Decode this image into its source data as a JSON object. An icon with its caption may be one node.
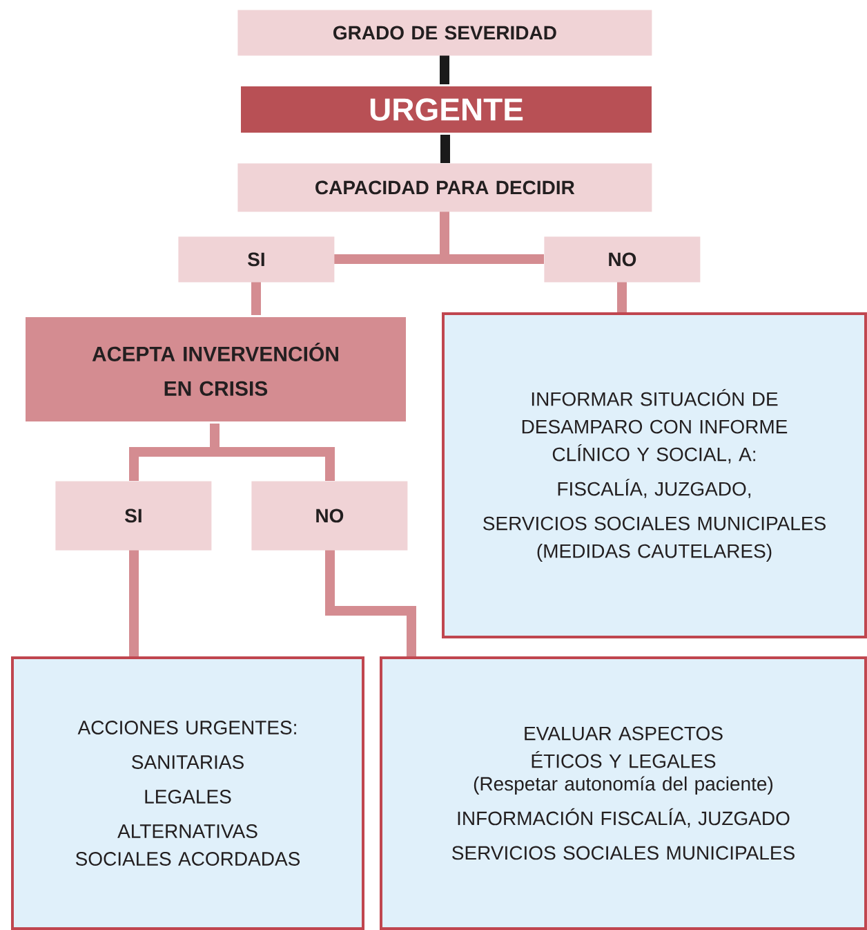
{
  "diagram": {
    "nodes": [
      {
        "text": [
          "GRADO DE SEVERIDAD"
        ]
      },
      {
        "text": [
          "URGENTE"
        ]
      },
      {
        "text": [
          "CAPACIDAD PARA DECIDIR"
        ]
      },
      {
        "text": [
          "SI"
        ]
      },
      {
        "text": [
          "NO"
        ]
      },
      {
        "text": [
          "ACEPTA INVERVENCIÓN EN CRISIS"
        ]
      },
      {
        "text": [
          "INFORMAR SITUACIÓN DE DESAMPARO CON INFORME CLÍNICO Y SOCIAL, A:",
          "FISCALÍA, JUZGADO,",
          "SERVICIOS SOCIALES MUNICIPALES (MEDIDAS CAUTELARES)"
        ]
      },
      {
        "text": [
          "SI"
        ]
      },
      {
        "text": [
          "NO"
        ]
      },
      {
        "text": [
          "ACCIONES URGENTES:",
          "SANITARIAS",
          "LEGALES",
          "ALTERNATIVAS SOCIALES ACORDADAS"
        ]
      },
      {
        "text": [
          "EVALUAR ASPECTOS ÉTICOS Y LEGALES",
          "(Respetar autonomía del paciente)",
          "INFORMACIÓN FISCALÍA, JUZGADO",
          "SERVICIOS SOCIALES MUNICIPALES"
        ]
      }
    ],
    "edges": [
      {
        "from": 0,
        "to": 1,
        "arrow": "none",
        "color": "#1a1a1a"
      },
      {
        "from": 1,
        "to": 2,
        "arrow": "none",
        "color": "#1a1a1a"
      },
      {
        "from": 2,
        "to": 3,
        "arrow": "none"
      },
      {
        "from": 2,
        "to": 4,
        "arrow": "none"
      },
      {
        "from": 3,
        "to": 5,
        "arrow": "none"
      },
      {
        "from": 4,
        "to": 6,
        "arrow": "none"
      },
      {
        "from": 5,
        "to": 7,
        "arrow": "none"
      },
      {
        "from": 5,
        "to": 8,
        "arrow": "none"
      },
      {
        "from": 7,
        "to": 9,
        "arrow": "none"
      },
      {
        "from": 8,
        "to": 10,
        "arrow": "none"
      }
    ]
  }
}
